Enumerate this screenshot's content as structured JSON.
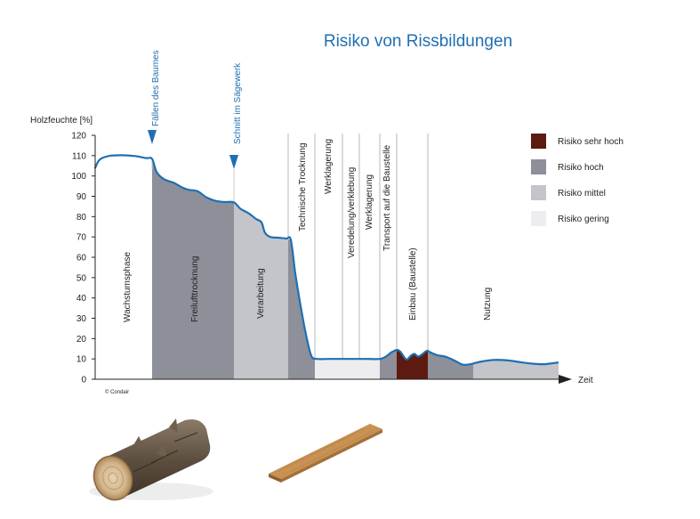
{
  "chart_data": {
    "type": "area",
    "title": "Risiko von Rissbildungen",
    "xlabel": "Zeit",
    "ylabel": "Holzfeuchte [%]",
    "ylim": [
      0,
      120
    ],
    "yticks": [
      0,
      10,
      20,
      30,
      40,
      50,
      60,
      70,
      80,
      90,
      100,
      110,
      120
    ],
    "grid": false,
    "legend_position": "top-right",
    "credit": "© Condair",
    "events": [
      {
        "label": "Fällen des Baumes"
      },
      {
        "label": "Schnitt im Sägewerk"
      }
    ],
    "phases": [
      {
        "label": "Wachstumsphase",
        "risk": "none",
        "moisture_start": 108,
        "moisture_end": 109
      },
      {
        "label": "Freilufttrocknung",
        "risk": "hoch",
        "moisture_start": 109,
        "moisture_end": 87
      },
      {
        "label": "Verarbeitung",
        "risk": "mittel",
        "moisture_start": 87,
        "moisture_end": 69
      },
      {
        "label": "Technische Trocknung",
        "risk": "hoch",
        "moisture_start": 69,
        "moisture_end": 10
      },
      {
        "label": "Werklagerung",
        "risk": "gering",
        "moisture_start": 10,
        "moisture_end": 10
      },
      {
        "label": "Veredelung/verklebung",
        "risk": "gering",
        "moisture_start": 10,
        "moisture_end": 10
      },
      {
        "label": "Werklagerung",
        "risk": "gering",
        "moisture_start": 10,
        "moisture_end": 10
      },
      {
        "label": "Transport auf die Baustelle",
        "risk": "hoch",
        "moisture_start": 10,
        "moisture_end": 14
      },
      {
        "label": "Einbau (Baustelle)",
        "risk": "sehr hoch",
        "moisture_start": 14,
        "moisture_end": 13
      },
      {
        "label": "",
        "risk": "hoch",
        "moisture_start": 13,
        "moisture_end": 7
      },
      {
        "label": "Nutzung",
        "risk": "mittel",
        "moisture_start": 7,
        "moisture_end": 8
      }
    ],
    "legend": [
      {
        "label": "Risiko sehr hoch",
        "color": "#5c1a10"
      },
      {
        "label": "Risiko hoch",
        "color": "#8d9099"
      },
      {
        "label": "Risiko mittel",
        "color": "#c3c5ca"
      },
      {
        "label": "Risiko gering",
        "color": "#ededf0"
      }
    ],
    "line_color": "#1f6fb2"
  },
  "images": [
    {
      "name": "log-image",
      "description": "Holzstamm"
    },
    {
      "name": "board-image",
      "description": "Holzbrett"
    }
  ]
}
